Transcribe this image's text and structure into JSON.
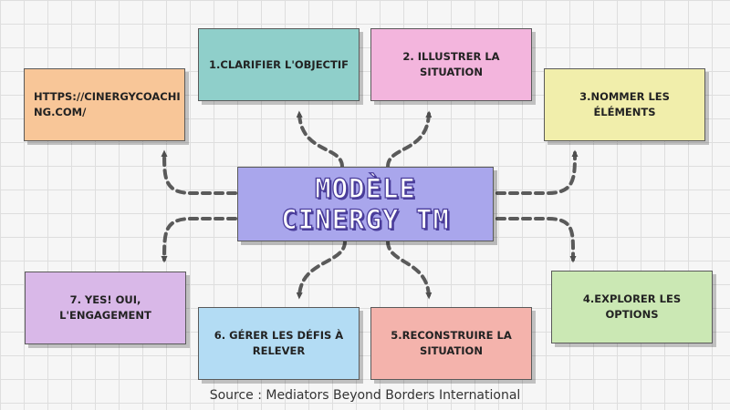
{
  "title": {
    "line1": "MODÈLE",
    "line2": "CINERGY TM"
  },
  "steps": [
    {
      "id": "1",
      "label": "1.CLARIFIER L'OBJECTIF",
      "color": "#8fcfca"
    },
    {
      "id": "2",
      "label": "2. ILLUSTRER LA SITUATION",
      "color": "#f3b5dd"
    },
    {
      "id": "3",
      "label": "3.NOMMER LES ÉLÉMENTS",
      "color": "#f1eeab"
    },
    {
      "id": "4",
      "label": "4.EXPLORER LES OPTIONS",
      "color": "#cbe8b4"
    },
    {
      "id": "5",
      "label_line1": "5.RECONSTRUIRE LA",
      "label_line2": "SITUATION",
      "color": "#f4b3ac"
    },
    {
      "id": "6",
      "label_line1": "6. GÉRER LES DÉFIS À",
      "label_line2": "RELEVER",
      "color": "#b3dcf4"
    },
    {
      "id": "7",
      "label": "7. YES! OUI, L'ENGAGEMENT",
      "color": "#d9b8e8"
    }
  ],
  "url": {
    "line1": "HTTPS://CINERGYCOACHI",
    "line2": "NG.COM/",
    "color": "#f8c698"
  },
  "center_color": "#a9a6ec",
  "source": "Source : Mediators Beyond Borders International"
}
